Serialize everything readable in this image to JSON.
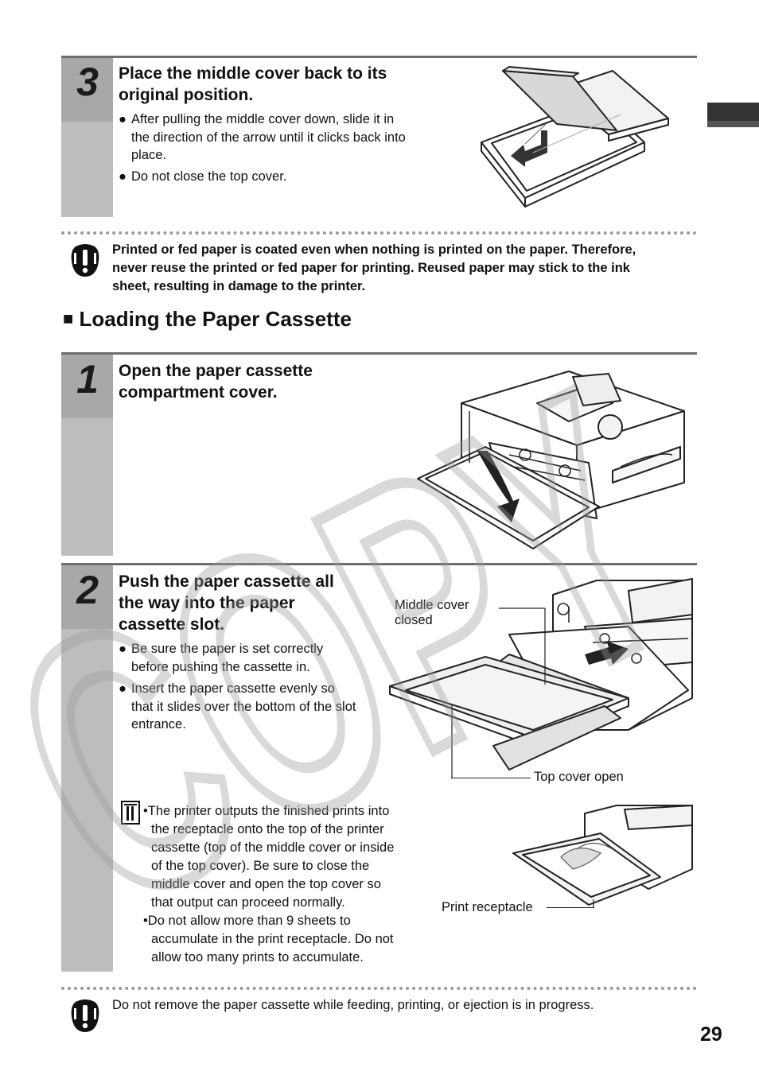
{
  "step3": {
    "number": "3",
    "title_line1": "Place the middle cover back to its",
    "title_line2": "original position.",
    "bullet1_line1": "After pulling the middle cover down, slide it in",
    "bullet1_line2": "the direction of the arrow until it clicks back into",
    "bullet1_line3": "place.",
    "bullet2": "Do not close the top cover."
  },
  "caution1": {
    "line1": "Printed or fed paper is coated even when nothing is printed on the paper. Therefore,",
    "line2": "never reuse the printed or fed paper for printing. Reused paper may stick to the ink",
    "line3": "sheet, resulting in damage to the printer."
  },
  "section": {
    "marker": "■",
    "title": "Loading the Paper Cassette"
  },
  "step1": {
    "number": "1",
    "title_line1": "Open the paper cassette",
    "title_line2": "compartment cover."
  },
  "step2": {
    "number": "2",
    "title_line1": "Push the paper cassette all",
    "title_line2": "the way into the paper",
    "title_line3": "cassette slot.",
    "bullet1_line1": "Be sure the paper is set correctly",
    "bullet1_line2": "before pushing the cassette in.",
    "bullet2_line1": "Insert the paper cassette evenly so",
    "bullet2_line2": "that it slides over the bottom of the slot",
    "bullet2_line3": "entrance.",
    "label_middle_cover_1": "Middle cover",
    "label_middle_cover_2": "closed",
    "label_top_cover": "Top cover open",
    "label_print_receptacle": "Print receptacle",
    "note1": [
      "•The printer outputs the finished prints into",
      "the receptacle onto the top of the printer",
      "cassette (top of the middle cover or inside",
      "of the top cover). Be sure to close the",
      "middle cover and open the top cover so",
      "that output can proceed normally."
    ],
    "note2": [
      "•Do not allow more than 9 sheets to",
      "accumulate in the print receptacle. Do not",
      "allow too many prints to accumulate."
    ]
  },
  "caution2": {
    "text": "Do not remove the paper cassette while feeding, printing, or ejection is in progress."
  },
  "watermark": "COPY",
  "page_number": "29",
  "bullet_glyph": "●",
  "colors": {
    "step_column": "#bdbdbd",
    "step_number_bg": "#a8a8a8",
    "rule": "#6e6e6e",
    "tab": "#333333"
  },
  "icons": [
    "caution-icon",
    "memo-icon"
  ]
}
